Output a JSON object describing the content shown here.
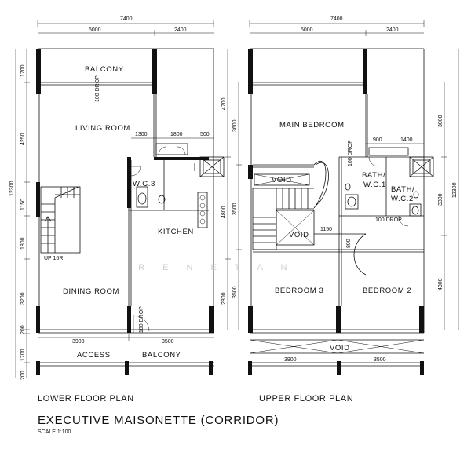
{
  "lower": {
    "caption": "LOWER FLOOR PLAN",
    "rooms": {
      "balcony": "BALCONY",
      "living": "LIVING ROOM",
      "wc3": "W.C.3",
      "kitchen": "KITCHEN",
      "dining": "DINING ROOM",
      "access": "ACCESS",
      "balcony2": "BALCONY"
    },
    "notes": {
      "drop": "100 DROP",
      "up": "UP 16R",
      "drop2": "100 DROP"
    },
    "top_dims": {
      "total": "7400",
      "a": "5000",
      "b": "2400"
    },
    "kitchen_dims": {
      "a": "1300",
      "b": "1800",
      "c": "500"
    },
    "bottom_dims": {
      "a": "3900",
      "b": "3500"
    },
    "left_dims": {
      "total": "12300",
      "d1": "1700",
      "d2": "4250",
      "d3": "1150",
      "d4": "1800",
      "d5": "3200",
      "d6": "200",
      "d7": "1700",
      "d8": "200"
    },
    "right_dims": {
      "d1": "4700",
      "d2": "4800",
      "d3": "2800"
    }
  },
  "upper": {
    "caption": "UPPER FLOOR PLAN",
    "rooms": {
      "main_bed": "MAIN BEDROOM",
      "bath1": "BATH/ W.C.1",
      "bath2": "BATH/ W.C.2",
      "void1": "VOID",
      "void2": "VOID",
      "bed3": "BEDROOM 3",
      "bed2": "BEDROOM 2",
      "void3": "VOID"
    },
    "notes": {
      "drop_a": "100 DROP",
      "drop_b": "100 DROP"
    },
    "top_dims": {
      "total": "7400",
      "a": "5000",
      "b": "2400"
    },
    "bath_dims": {
      "a": "900",
      "b": "1400"
    },
    "mid_dims": {
      "a": "1150",
      "b": "800"
    },
    "bottom_dims": {
      "a": "3900",
      "b": "3500"
    },
    "left_dims": {
      "d1": "3600",
      "d2": "3500",
      "d3": "3500"
    },
    "right_dims": {
      "total": "12300",
      "d1": "3000",
      "d2": "3300",
      "d3": "4300"
    }
  },
  "title": "EXECUTIVE MAISONETTE (CORRIDOR)",
  "scale": "SCALE 1:100",
  "watermark": "I R E N E   T A N"
}
